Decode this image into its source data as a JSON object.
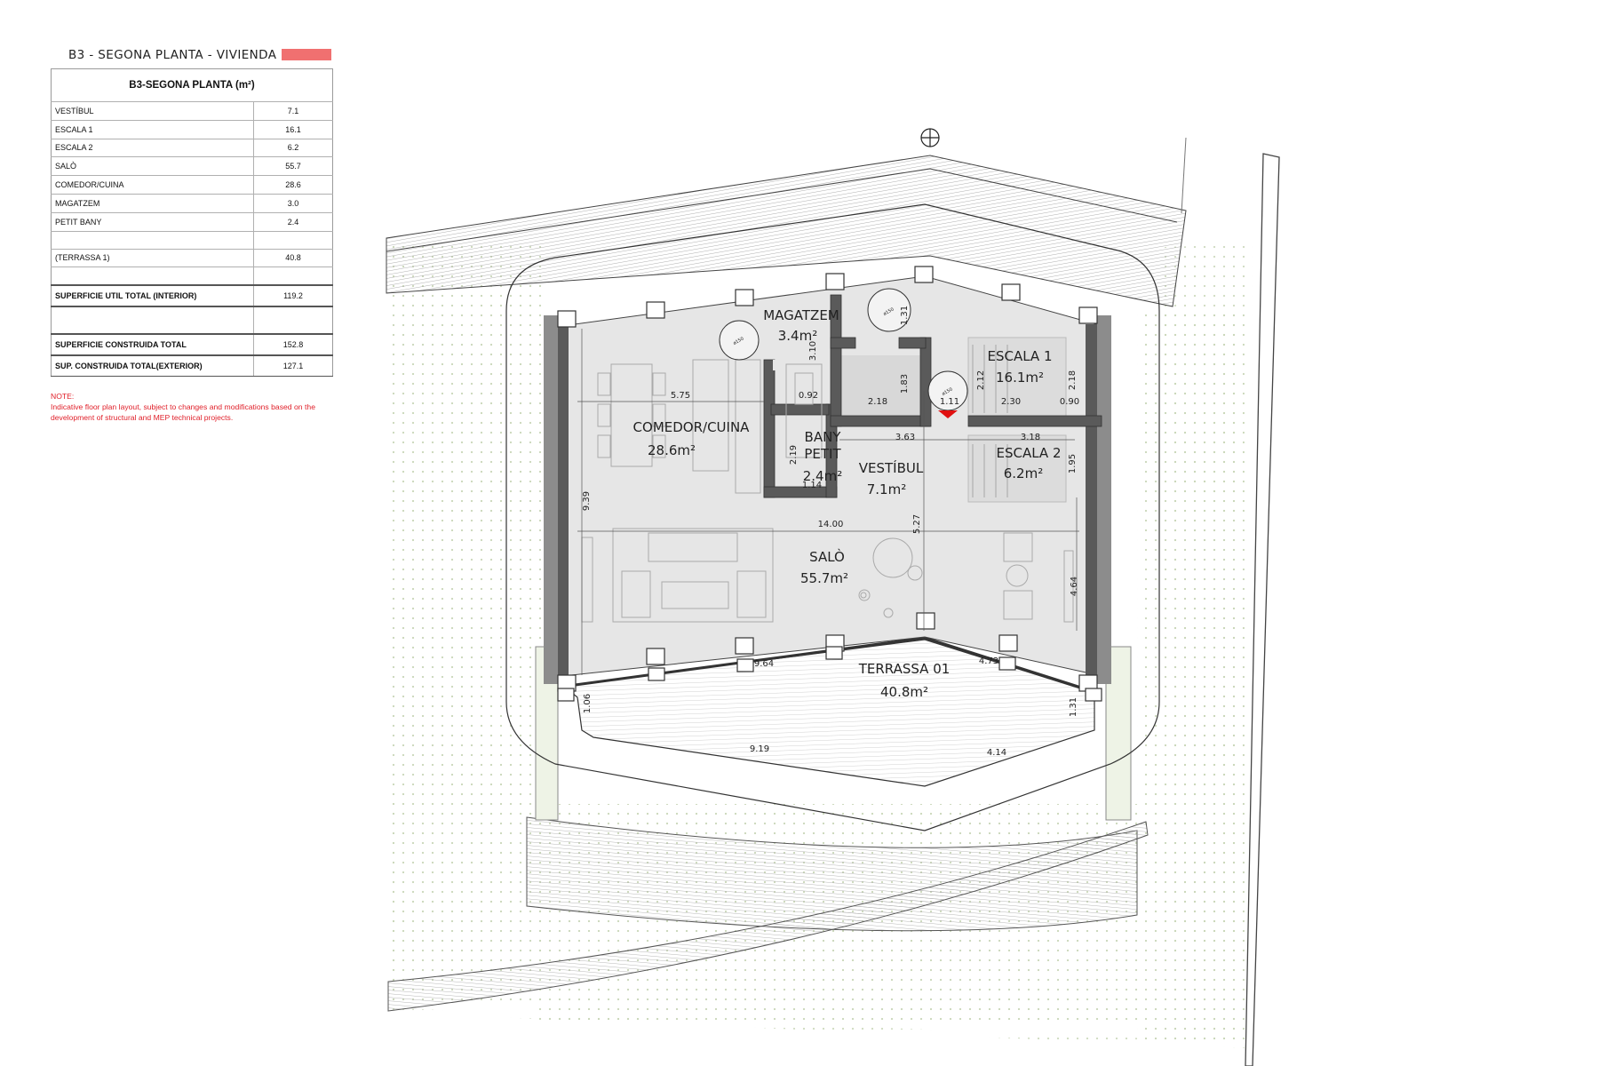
{
  "header": {
    "title": "B3 - SEGONA PLANTA - VIVIENDA B",
    "swatch_color": "#f07070"
  },
  "table": {
    "caption": "B3-SEGONA PLANTA (m²)",
    "rows": [
      {
        "label": "VESTÍBUL",
        "value": "7.1"
      },
      {
        "label": "ESCALA 1",
        "value": "16.1"
      },
      {
        "label": "ESCALA 2",
        "value": "6.2"
      },
      {
        "label": "SALÒ",
        "value": "55.7"
      },
      {
        "label": "COMEDOR/CUINA",
        "value": "28.6"
      },
      {
        "label": "MAGATZEM",
        "value": "3.0"
      },
      {
        "label": "PETIT BANY",
        "value": "2.4"
      }
    ],
    "terrace": {
      "label": "(TERRASSA 1)",
      "value": "40.8"
    },
    "util_total": {
      "label": "SUPERFICIE UTIL TOTAL (INTERIOR)",
      "value": "119.2"
    },
    "built_total": {
      "label": "SUPERFICIE CONSTRUIDA TOTAL",
      "value": "152.8"
    },
    "built_exterior": {
      "label": "SUP. CONSTRUIDA TOTAL(EXTERIOR)",
      "value": "127.1"
    }
  },
  "note": {
    "title": "NOTE:",
    "text": "Indicative floor plan layout, subject to changes and modifications based on the development of structural and MEP technical projects."
  },
  "plan": {
    "rooms": {
      "magatzem": {
        "name": "MAGATZEM",
        "area": "3.4m²"
      },
      "escala1": {
        "name": "ESCALA 1",
        "area": "16.1m²"
      },
      "comedor": {
        "name": "COMEDOR/CUINA",
        "area": "28.6m²"
      },
      "bany": {
        "name1": "BANY",
        "name2": "PETIT",
        "area": "2.4m²"
      },
      "vestibul": {
        "name": "VESTÍBUL",
        "area": "7.1m²"
      },
      "escala2": {
        "name": "ESCALA 2",
        "area": "6.2m²"
      },
      "salo": {
        "name": "SALÒ",
        "area": "55.7m²"
      },
      "terrassa": {
        "name": "TERRASSA 01",
        "area": "40.8m²"
      }
    },
    "dimensions": {
      "d575": "5.75",
      "d092": "0.92",
      "d310": "3.10",
      "d131a": "1.31",
      "d183": "1.83",
      "d218a": "2.18",
      "d111": "1.11",
      "d212": "2.12",
      "d230": "2.30",
      "d218b": "2.18",
      "d090": "0.90",
      "d363": "3.63",
      "d318": "3.18",
      "d219": "2.19",
      "d114": "1.14",
      "d195": "1.95",
      "d939": "9.39",
      "d1400": "14.00",
      "d527": "5.27",
      "d464": "4.64",
      "d964": "9.64",
      "d473": "4.73",
      "d106": "1.06",
      "d131b": "1.31",
      "d919": "9.19",
      "d414": "4.14"
    },
    "circle_label": "ø150",
    "colors": {
      "wall": "#5a5a5a",
      "floor": "#e6e6e6",
      "landscape_dots": "#c9d6b8",
      "hatch": "#9a9a9a",
      "entry_arrow": "#e01010"
    }
  }
}
